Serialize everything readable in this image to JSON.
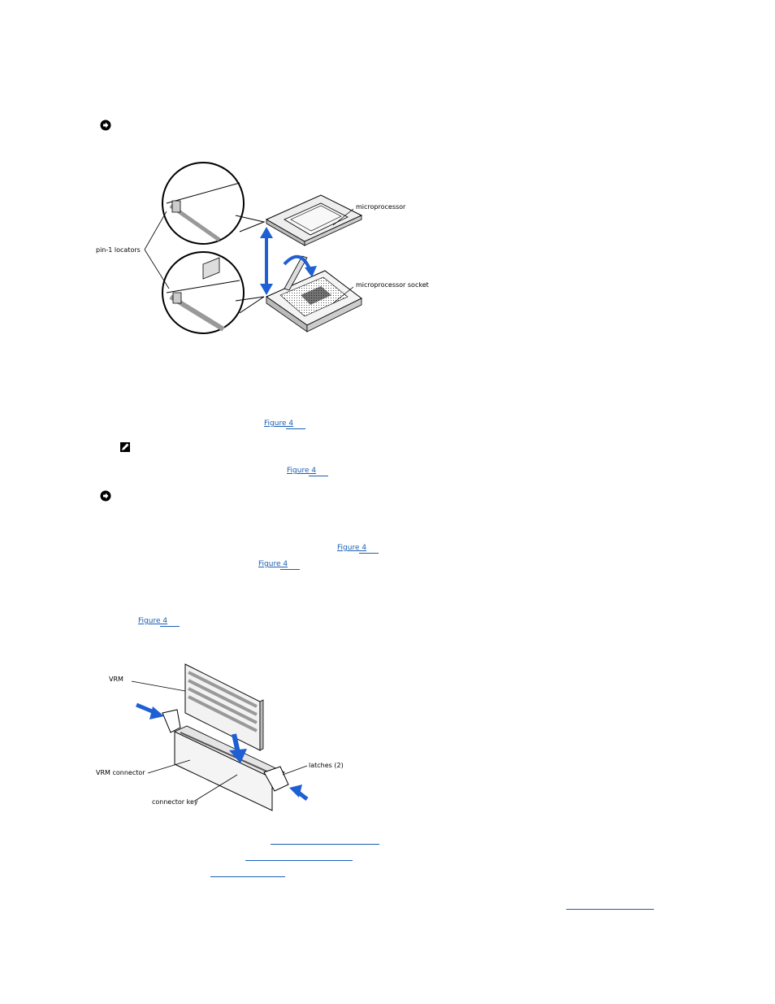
{
  "page": {
    "background": "#ffffff",
    "link_color": "#1a5fb4",
    "arrow_color": "#1f5fd4"
  },
  "icons": {
    "notice_1": "notice-icon",
    "note_1": "note-pencil-icon",
    "notice_2": "notice-icon"
  },
  "figure_microprocessor": {
    "labels": {
      "pin1": "pin-1 locators",
      "microprocessor": "microprocessor",
      "socket": "microprocessor socket"
    }
  },
  "figure_vrm": {
    "labels": {
      "vrm": "VRM",
      "latches": "latches (2)",
      "connector": "VRM connector",
      "key": "connector key"
    }
  },
  "links": {
    "fig_a": "Figure 4",
    "fig_b": "Figure 4",
    "fig_c": "Figure 4",
    "fig_d": "Figure 4",
    "fig_e": "Figure 4"
  }
}
